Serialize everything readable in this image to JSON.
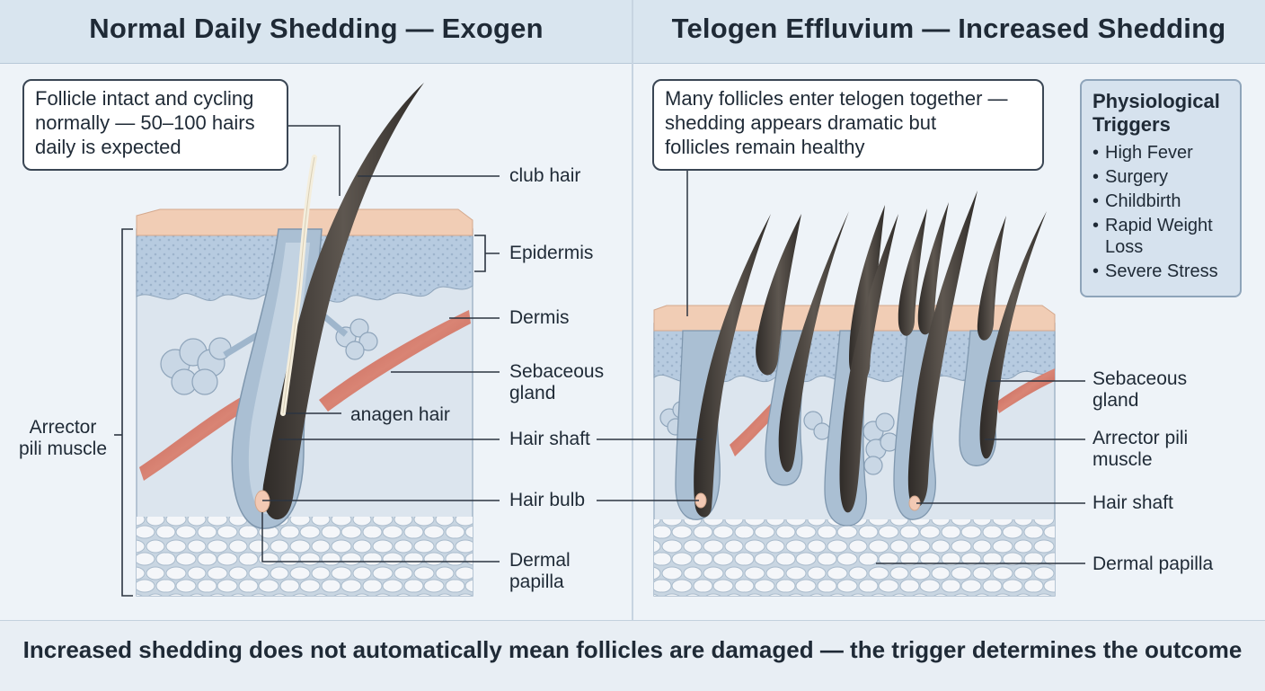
{
  "header": {
    "left_title": "Normal Daily Shedding — Exogen",
    "right_title": "Telogen Effluvium — Increased Shedding"
  },
  "left_panel": {
    "callout_lines": [
      "Follicle intact and cycling",
      "normally — 50–100 hairs",
      "daily is expected"
    ],
    "labels": {
      "club_hair": "club hair",
      "epidermis": "Epidermis",
      "dermis": "Dermis",
      "sebaceous_gland": [
        "Sebaceous",
        "gland"
      ],
      "anagen_hair": "anagen hair",
      "hair_shaft": "Hair shaft",
      "hair_bulb": "Hair bulb",
      "dermal_papilla": [
        "Dermal",
        "papilla"
      ],
      "arrector_pili_muscle": [
        "Arrector",
        "pili muscle"
      ]
    }
  },
  "right_panel": {
    "callout_lines": [
      "Many follicles enter telogen together —",
      "shedding appears dramatic but",
      "follicles remain healthy"
    ],
    "triggers": {
      "title_lines": [
        "Physiological",
        "Triggers"
      ],
      "items": [
        "High Fever",
        "Surgery",
        "Childbirth",
        "Rapid Weight Loss",
        "Severe Stress"
      ]
    },
    "labels": {
      "sebaceous_gland": [
        "Sebaceous",
        "gland"
      ],
      "arrector_pili_muscle": [
        "Arrector pili",
        "muscle"
      ],
      "hair_shaft": "Hair shaft",
      "dermal_papilla": "Dermal papilla"
    }
  },
  "footer": {
    "text": "Increased shedding does not automatically mean follicles are damaged — the trigger determines the outcome"
  },
  "colors": {
    "header_bg": "#d9e5ef",
    "epidermis_top": "#f1cdb5",
    "epidermis_layer": "#b9cde0",
    "dermis": "#dbe4ee",
    "fat_cells": "#f2f5f8",
    "hair": "#4a4540",
    "muscle": "#c96a5c",
    "sheath": "#9fb6cc"
  }
}
